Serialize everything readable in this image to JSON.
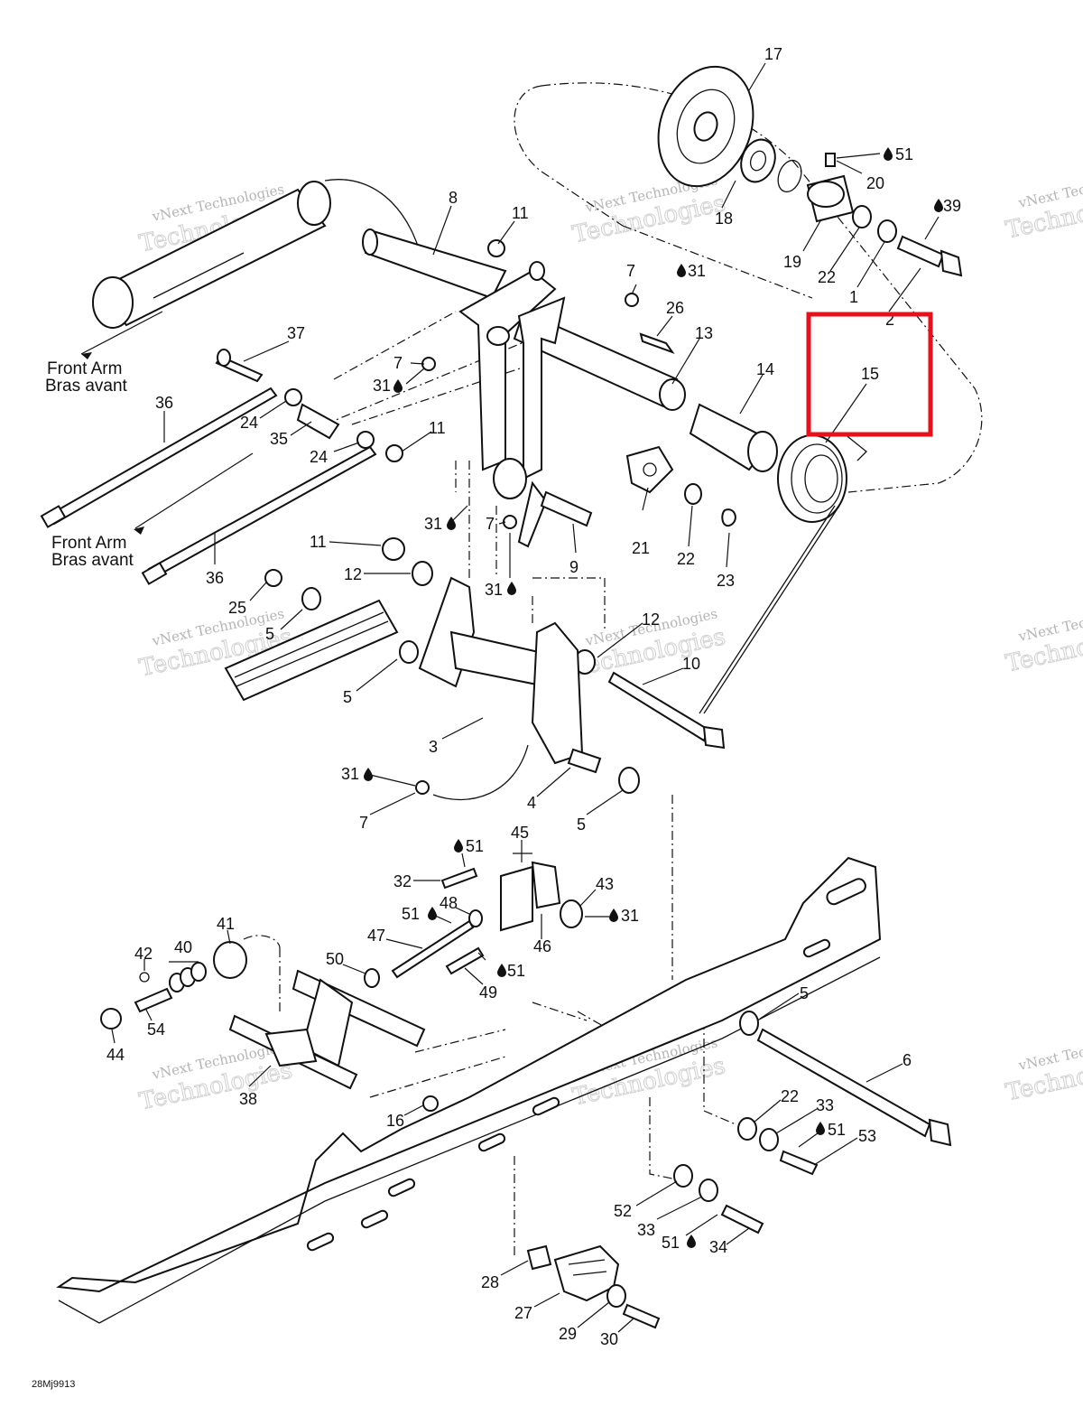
{
  "drawing_code": "28Mj9913",
  "front_arm_labels": [
    {
      "en": "Front Arm",
      "fr": "Bras avant"
    },
    {
      "en": "Front Arm",
      "fr": "Bras avant"
    }
  ],
  "watermark": {
    "line1": "vNext Technologies",
    "line2": "Technologies"
  },
  "highlight": {
    "color": "#e8101a",
    "part": "15"
  },
  "callouts": {
    "c17": "17",
    "c51a": "51",
    "c20": "20",
    "c8": "8",
    "c11a": "11",
    "c39": "39",
    "c18": "18",
    "c19": "19",
    "c22a": "22",
    "c1": "1",
    "c2": "2",
    "c7a": "7",
    "c31a": "31",
    "c26": "26",
    "c13": "13",
    "c37": "37",
    "c14": "14",
    "c15": "15",
    "c7b": "7",
    "c31b": "31",
    "c36a": "36",
    "c24a": "24",
    "c35": "35",
    "c24b": "24",
    "c11b": "11",
    "c31c": "31",
    "c7c": "7",
    "c21": "21",
    "c22b": "22",
    "c23": "23",
    "c9": "9",
    "c11c": "11",
    "c12a": "12",
    "c31d": "31",
    "c36b": "36",
    "c25": "25",
    "c5a": "5",
    "c5b": "5",
    "c12b": "12",
    "c10": "10",
    "c3": "3",
    "c31e": "31",
    "c4": "4",
    "c7d": "7",
    "c5c": "5",
    "c45": "45",
    "c51b": "51",
    "c32": "32",
    "c43": "43",
    "c48": "48",
    "c51c": "51",
    "c31f": "31",
    "c47": "47",
    "c46": "46",
    "c41": "41",
    "c42": "42",
    "c40": "40",
    "c50": "50",
    "c51d": "51",
    "c49": "49",
    "c54": "54",
    "c44": "44",
    "c5d": "5",
    "c6": "6",
    "c38": "38",
    "c22c": "22",
    "c33a": "33",
    "c16": "16",
    "c51e": "51",
    "c53": "53",
    "c52": "52",
    "c33b": "33",
    "c51f": "51",
    "c34": "34",
    "c28": "28",
    "c27": "27",
    "c29": "29",
    "c30": "30"
  }
}
